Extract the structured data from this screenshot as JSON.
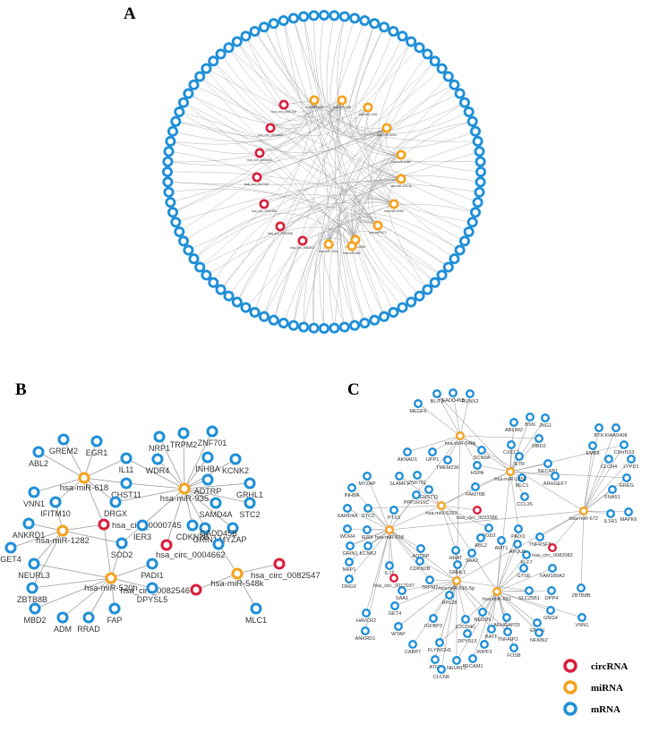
{
  "figure": {
    "colors": {
      "circRNA": "#d81e3c",
      "miRNA": "#f5a21c",
      "mRNA": "#1f8fd8",
      "edge": "#9a9a9a"
    },
    "panel_a": {
      "letter": "A",
      "circ_labels": [
        "hsa_circ_0000745",
        "hsa_circ_0004662",
        "hsa_circ_0004662",
        "hsa_circ_0017037",
        "hsa_circ_0033386",
        "hsa_circ_0082546",
        "hsa_circ_0082547"
      ],
      "mirna_labels": [
        "hsa-miR-618",
        "hsa-miR-935",
        "hsa-miR-1282",
        "hsa-miR-520h",
        "hsa-miR-548k",
        "hsa-miR-515-5p",
        "hsa-miR-5283",
        "hsa-miR-672",
        "hsa-miR-1256",
        "hsa-miR-1304",
        "hsa-miR-651"
      ],
      "ring_node_count": 96
    },
    "panel_b": {
      "letter": "B",
      "nodes": [
        {
          "id": "m618",
          "label": "hsa-miR-618",
          "type": "miRNA"
        },
        {
          "id": "m935",
          "label": "hsa-miR-935",
          "type": "miRNA"
        },
        {
          "id": "m1282",
          "label": "hsa-miR-1282",
          "type": "miRNA"
        },
        {
          "id": "m520",
          "label": "hsa-miR-520h",
          "type": "miRNA"
        },
        {
          "id": "m548",
          "label": "hsa-miR-548k",
          "type": "miRNA"
        },
        {
          "id": "c745",
          "label": "hsa_circ_0000745",
          "type": "circRNA"
        },
        {
          "id": "c4662",
          "label": "hsa_circ_0004662",
          "type": "circRNA"
        },
        {
          "id": "c2547",
          "label": "hsa_circ_0082547",
          "type": "circRNA"
        },
        {
          "id": "c2546",
          "label": "hsa_circ_0082546",
          "type": "circRNA"
        },
        {
          "id": "GREM2",
          "label": "GREM2",
          "type": "mRNA"
        },
        {
          "id": "EGR1",
          "label": "EGR1",
          "type": "mRNA"
        },
        {
          "id": "ABL2",
          "label": "ABL2",
          "type": "mRNA"
        },
        {
          "id": "IL11",
          "label": "IL11",
          "type": "mRNA"
        },
        {
          "id": "VNN1",
          "label": "VNN1",
          "type": "mRNA"
        },
        {
          "id": "CHST11",
          "label": "CHST11",
          "type": "mRNA"
        },
        {
          "id": "DRGX",
          "label": "DRGX",
          "type": "mRNA"
        },
        {
          "id": "IFITM10",
          "label": "IFITM10",
          "type": "mRNA"
        },
        {
          "id": "NRP1",
          "label": "NRP1",
          "type": "mRNA"
        },
        {
          "id": "TRPM2",
          "label": "TRPM2",
          "type": "mRNA"
        },
        {
          "id": "ZNF701",
          "label": "ZNF701",
          "type": "mRNA"
        },
        {
          "id": "WDR4",
          "label": "WDR4",
          "type": "mRNA"
        },
        {
          "id": "INHBA",
          "label": "INHBA",
          "type": "mRNA"
        },
        {
          "id": "KCNK2",
          "label": "KCNK2",
          "type": "mRNA"
        },
        {
          "id": "ADTRP",
          "label": "ADTRP",
          "type": "mRNA"
        },
        {
          "id": "GRHL1",
          "label": "GRHL1",
          "type": "mRNA"
        },
        {
          "id": "STC2",
          "label": "STC2",
          "type": "mRNA"
        },
        {
          "id": "SAMD4A",
          "label": "SAMD4A",
          "type": "mRNA"
        },
        {
          "id": "GRIN1",
          "label": "GRIN1",
          "type": "mRNA"
        },
        {
          "id": "MYZAP",
          "label": "MYZAP",
          "type": "mRNA"
        },
        {
          "id": "IER3",
          "label": "IER3",
          "type": "mRNA"
        },
        {
          "id": "CDKN2B",
          "label": "CDKN2B",
          "type": "mRNA"
        },
        {
          "id": "ANKRD1",
          "label": "ANKRD1",
          "type": "mRNA"
        },
        {
          "id": "GET4",
          "label": "GET4",
          "type": "mRNA"
        },
        {
          "id": "SOD2",
          "label": "SOD2",
          "type": "mRNA"
        },
        {
          "id": "NEURL3",
          "label": "NEURL3",
          "type": "mRNA"
        },
        {
          "id": "ZBTB8B",
          "label": "ZBTB8B",
          "type": "mRNA"
        },
        {
          "id": "PADI1",
          "label": "PADI1",
          "type": "mRNA"
        },
        {
          "id": "DPYSL5",
          "label": "DPYSL5",
          "type": "mRNA"
        },
        {
          "id": "MBD2",
          "label": "MBD2",
          "type": "mRNA"
        },
        {
          "id": "ADM",
          "label": "ADM",
          "type": "mRNA"
        },
        {
          "id": "RRAD",
          "label": "RRAD",
          "type": "mRNA"
        },
        {
          "id": "FAP",
          "label": "FAP",
          "type": "mRNA"
        },
        {
          "id": "GADD45B",
          "label": "GADD45B",
          "type": "mRNA"
        },
        {
          "id": "MLC1",
          "label": "MLC1",
          "type": "mRNA"
        }
      ]
    },
    "panel_c": {
      "letter": "C",
      "labels": [
        "BLIT2",
        "GADD45B",
        "RUNX2",
        "MEGF6",
        "hsa-miR-548k",
        "SCN9A",
        "ABLIM2",
        "BSN",
        "JNG1",
        "CXCL2",
        "MBD2",
        "IL7R",
        "AKNAD1",
        "UPP1",
        "TMEM236",
        "HSPA",
        "NECAB1",
        "BTK",
        "KIAA0408",
        "EMB8",
        "C9orf153",
        "MYZAP",
        "SLAMF1",
        "ZNF701",
        "CHST11",
        "FAM76B",
        "MLC1",
        "ARHGEF7",
        "CCL26",
        "INHBA",
        "PPP1R16C",
        "hsa-miR-1256",
        "CLCN4",
        "LYPD1",
        "SAMD4A",
        "STC2",
        "PTX3",
        "hsa_circ_0033386",
        "hsa-miR-672",
        "FNA51",
        "EREG",
        "WDR4",
        "IER3",
        "hsa-miR-5283",
        "SOD2",
        "PADI1",
        "AMT1",
        "TNFRSF8",
        "IL1R1",
        "MAPK6",
        "GRIN1",
        "KCNK2",
        "hsa-miR-618",
        "ABL2",
        "ADTRP",
        "HHAT",
        "KLF7",
        "hsa_circ_0082082",
        "NRP1",
        "IL11",
        "CDKN2B",
        "GRHL1",
        "AFQU6",
        "FAM189A2",
        "DRGX",
        "TRPM2",
        "SAA1",
        "hsa_circ_0017037",
        "SAA2",
        "GTSE",
        "SLC25B1",
        "DPP4",
        "HAVCR2",
        "GET4",
        "RPL28",
        "hsa-miR-651",
        "ZBTB8B",
        "hsa-miR-515-5p",
        "IGFBP3",
        "C2CD4C",
        "TNFAIP3",
        "GNG4",
        "WTAP",
        "DPYSL5",
        "NEDD9",
        "BATF",
        "ARHGAP25",
        "EPGN",
        "ANKRD1",
        "CABP7",
        "FLYWCH1",
        "WIPF3",
        "FOSB",
        "NFKBIZ",
        "ATF3",
        "NEURL1",
        "PECAM1",
        "CLCN6",
        "VNN1"
      ]
    },
    "legend": [
      {
        "label": "circRNA",
        "type": "circRNA"
      },
      {
        "label": "miRNA",
        "type": "miRNA"
      },
      {
        "label": "mRNA",
        "type": "mRNA"
      }
    ]
  }
}
